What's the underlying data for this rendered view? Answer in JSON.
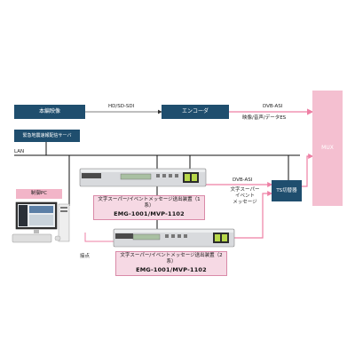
{
  "nodes": {
    "main_video": "本編映像",
    "encoder": "エンコーダ",
    "mux": "MUX",
    "eq_server": "緊急地震速報配信サーバ",
    "ts_switch": "TS切替器",
    "control_pc": "制御PC"
  },
  "labels": {
    "hd_sdi": "HD/SD-SDI",
    "dvb_asi_top": "DVB-ASI",
    "video_audio_data": "映像/音声/データES",
    "lan": "LAN",
    "dvb_asi_mid": "DVB-ASI",
    "text_super_1": "文字スーパー",
    "text_super_2": "イベント",
    "text_super_3": "メッセージ",
    "contact": "接点"
  },
  "devices": [
    {
      "caption": "文字スーパー/イベントメッセージ送出装置（1系）",
      "model": "EMG-1001/MVP-1102"
    },
    {
      "caption": "文字スーパー/イベントメッセージ送出装置（2系）",
      "model": "EMG-1001/MVP-1102"
    }
  ],
  "colors": {
    "navy": "#1f4e6e",
    "pink": "#f2b5c8",
    "mux_fill": "#f4bfd0",
    "line": "#111111"
  }
}
